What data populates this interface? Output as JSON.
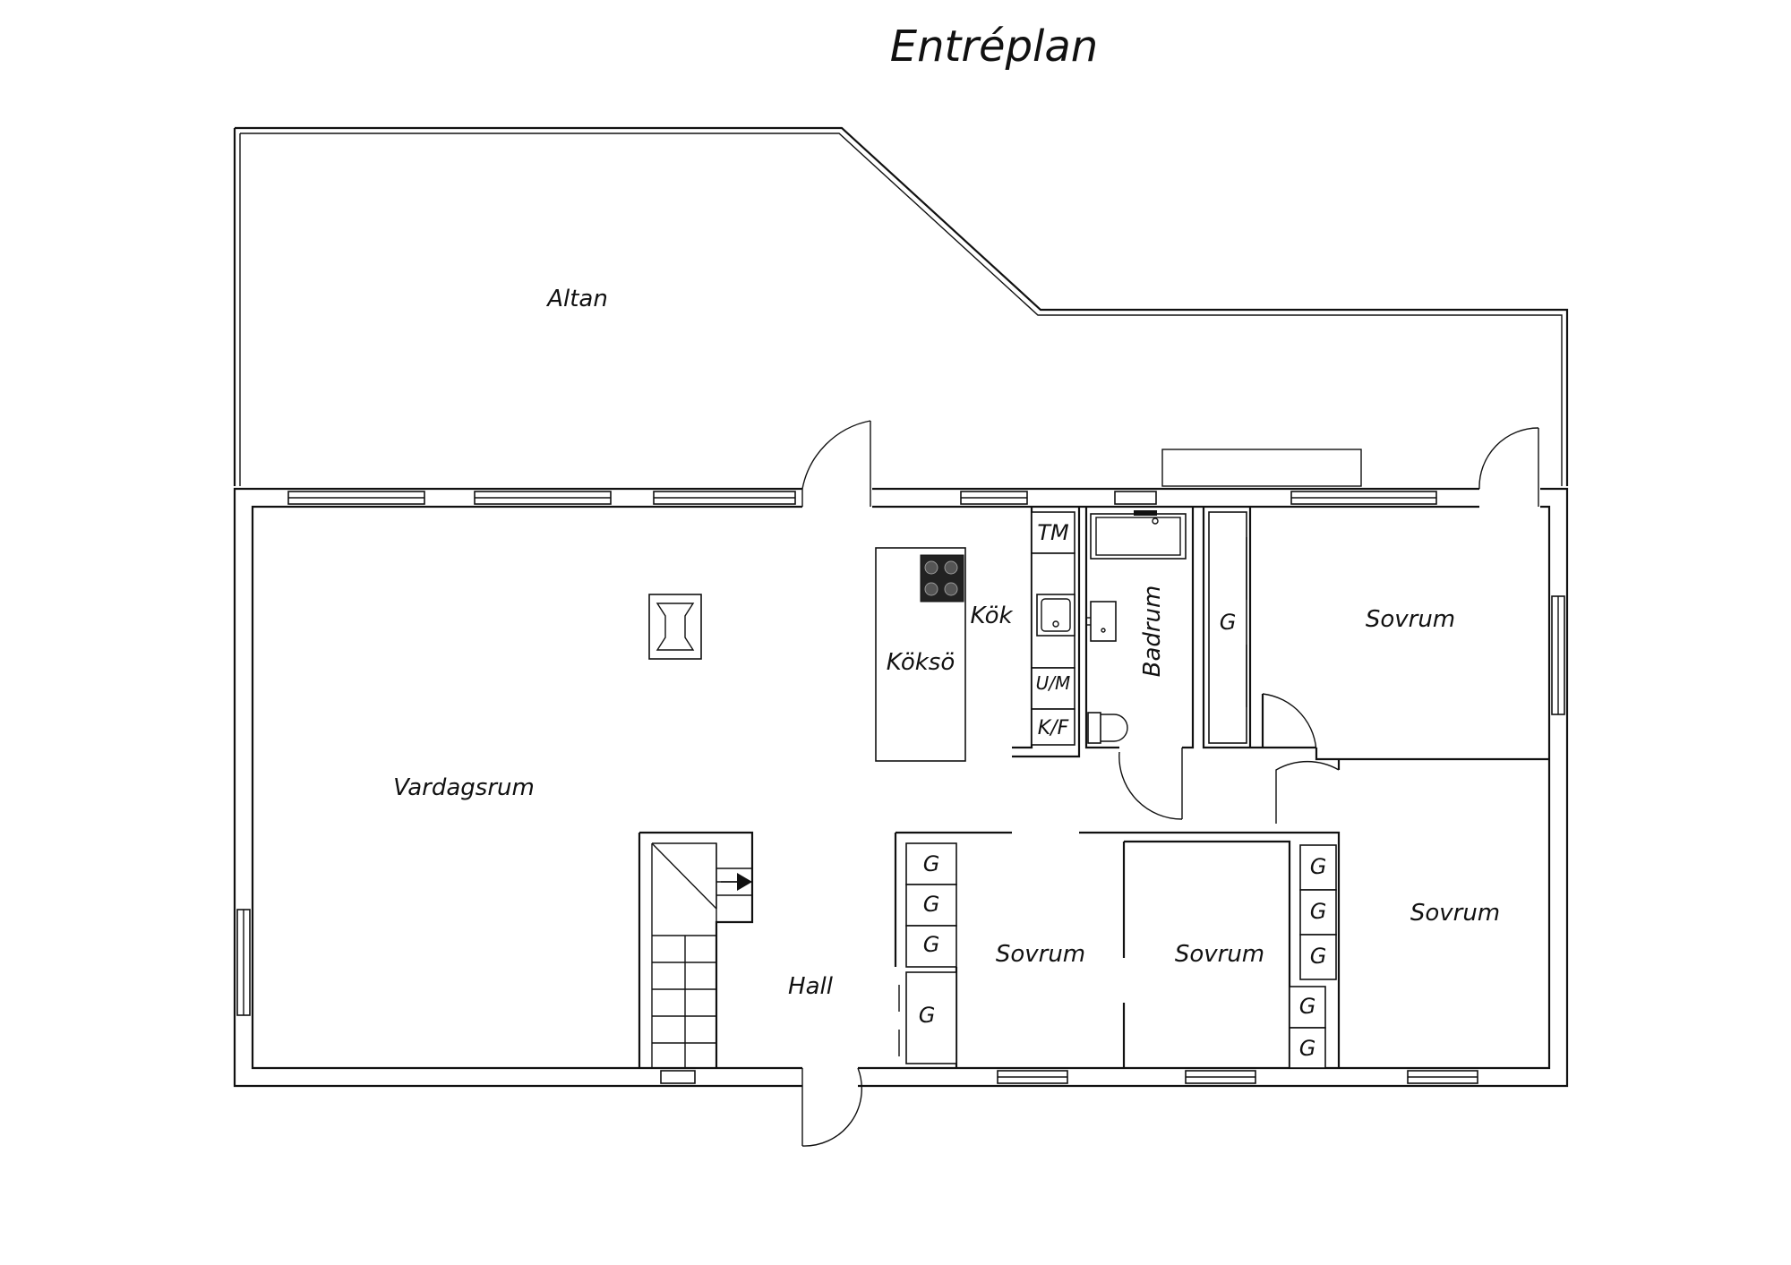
{
  "title": "Entréplan",
  "rooms": {
    "altan": "Altan",
    "vardagsrum": "Vardagsrum",
    "koksoe": "Köksö",
    "kok": "Kök",
    "badrum": "Badrum",
    "hall": "Hall",
    "sovrum_1": "Sovrum",
    "sovrum_2": "Sovrum",
    "sovrum_3": "Sovrum",
    "sovrum_4": "Sovrum"
  },
  "fixtures": {
    "tm": "TM",
    "um": "U/M",
    "kf": "K/F"
  },
  "closets": {
    "wardrobe_label": "G"
  }
}
